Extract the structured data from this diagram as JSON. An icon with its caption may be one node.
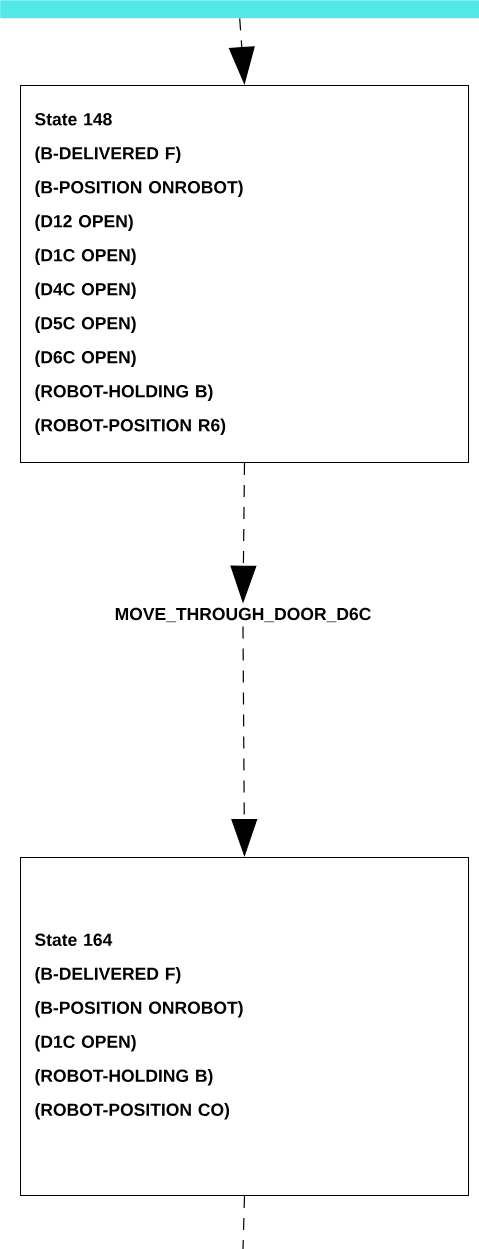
{
  "diagram": {
    "nodes": [
      {
        "text": [],
        "shape": "box"
      },
      {
        "text": [
          "State 148",
          "(B-DELIVERED F)",
          "(B-POSITION ONROBOT)",
          "(D12 OPEN)",
          "(D1C OPEN)",
          "(D4C OPEN)",
          "(D5C OPEN)",
          "(D6C OPEN)",
          "(ROBOT-HOLDING B)",
          "(ROBOT-POSITION R6)"
        ]
      },
      {
        "text": [
          "MOVE_THROUGH_DOOR_D6C"
        ]
      },
      {
        "text": [
          "State 164",
          "(B-DELIVERED F)",
          "(B-POSITION ONROBOT)",
          "(D1C OPEN)",
          "(ROBOT-HOLDING B)",
          "(ROBOT-POSITION CO)"
        ]
      }
    ],
    "edges": [
      {
        "from": 0,
        "to": 1,
        "arrow": "to",
        "style": "dashed"
      },
      {
        "from": 1,
        "to": 2,
        "arrow": "to",
        "style": "dashed"
      },
      {
        "from": 2,
        "to": 3,
        "arrow": "to",
        "style": "dashed"
      },
      {
        "from": 3,
        "to": null,
        "arrow": "none",
        "style": "dashed"
      }
    ]
  }
}
